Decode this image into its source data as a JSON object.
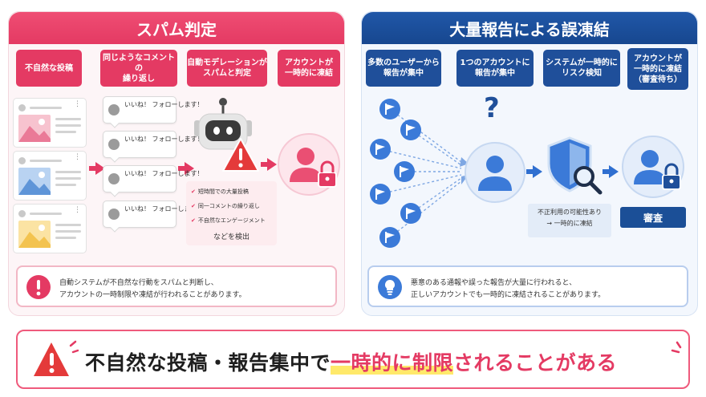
{
  "spam": {
    "title": "スパム判定",
    "steps": [
      "不自然な投稿",
      "同じようなコメントの\n繰り返し",
      "自動モデレーションが\nスパムと判定",
      "アカウントが\n一時的に凍結"
    ],
    "comment_text": "いいね！\nフォローします！",
    "detect_items": [
      "短時間での大量投稿",
      "同一コメントの繰り返し",
      "不自然なエンゲージメント"
    ],
    "detect_footer": "などを検出",
    "info": "自動システムが不自然な行動をスパムと判断し、\nアカウントの一時制限や凍結が行われることがあります。"
  },
  "report": {
    "title": "大量報告による誤凍結",
    "steps": [
      "多数のユーザーから\n報告が集中",
      "1つのアカウントに\n報告が集中",
      "システムが一時的に\nリスク検知",
      "アカウントが\n一時的に凍結\n（審査待ち）"
    ],
    "question_mark": "?",
    "fraud_line1": "不正利用の可能性あり",
    "fraud_line2": "→ 一時的に凍結",
    "review_label": "審査",
    "info": "悪意のある通報や誤った報告が大量に行われると、\n正しいアカウントでも一時的に凍結されることがあります。"
  },
  "banner": {
    "part1": "不自然な投稿・報告集中で",
    "emphasis": "一時的に制限",
    "part2": "されることがある",
    "alert_mark": "!"
  },
  "colors": {
    "pink": "#e43a63",
    "navy": "#1f4f9a",
    "blue": "#3b7ad8",
    "highlight": "#ffe96a"
  }
}
